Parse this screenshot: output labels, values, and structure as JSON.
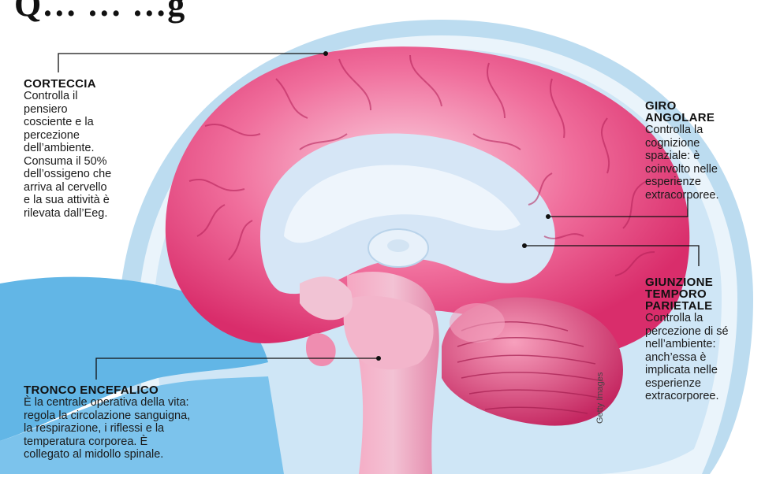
{
  "title": "Q… … …g",
  "credit": "Getty Images",
  "labels": {
    "corteccia": {
      "heading": "CORTECCIA",
      "body": [
        "Controlla il",
        "pensiero",
        "cosciente e la",
        "percezione",
        "dell’ambiente.",
        "Consuma il 50%",
        "dell’ossigeno che",
        "arriva al cervello",
        "e la sua attività è",
        "rilevata dall’Eeg."
      ]
    },
    "giro": {
      "heading": [
        "GIRO",
        "ANGOLARE"
      ],
      "body": [
        "Controlla la",
        "cognizione",
        "spaziale: è",
        "coinvolto nelle",
        "esperienze",
        "extracorporee."
      ]
    },
    "giunzione": {
      "heading": [
        "GIUNZIONE",
        "TEMPORO",
        "PARIETALE"
      ],
      "body": [
        "Controlla la",
        "percezione di sé",
        "nell’ambiente:",
        "anch’essa è",
        "implicata nelle",
        "esperienze",
        "extracorporee."
      ]
    },
    "tronco": {
      "heading": "TRONCO ENCEFALICO",
      "body": [
        "È la centrale operativa della vita:",
        "regola la circolazione sanguigna,",
        "la respirazione, i riflessi e la",
        "temperatura corporea. È",
        "collegato al midollo spinale."
      ]
    }
  },
  "colors": {
    "brain": "#e63a79",
    "brain_light": "#f7a9c4",
    "inner": "#d7e6f5",
    "skull_outer": "#a9cde8",
    "skull_bone": "#e8f3fb",
    "fluid": "#5ab3e6"
  }
}
